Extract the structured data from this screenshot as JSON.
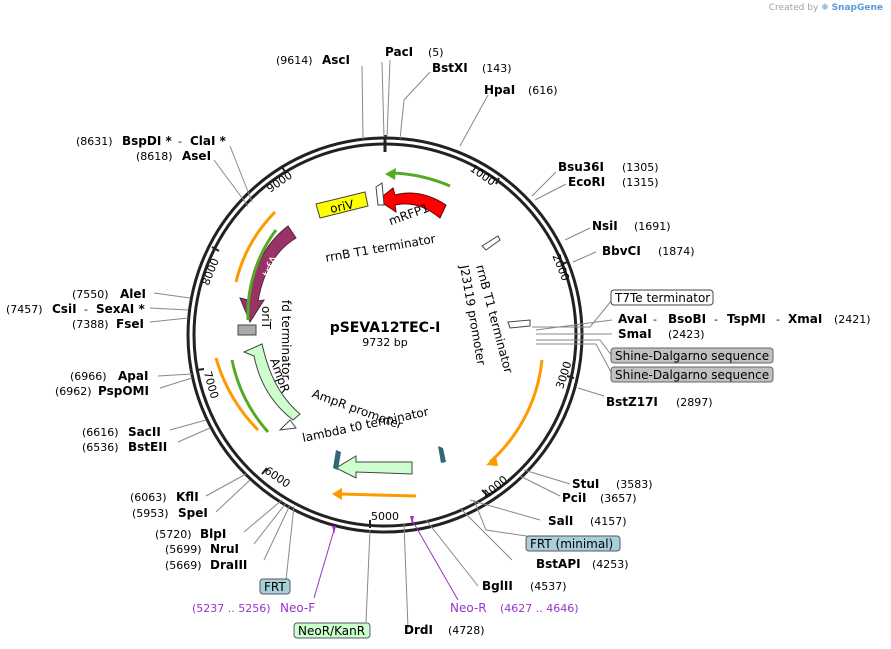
{
  "credit": {
    "prefix": "Created by",
    "brand": "SnapGene"
  },
  "plasmid": {
    "name": "pSEVA12TEC-I",
    "length": "9732 bp"
  },
  "ticks": [
    "1000",
    "2000",
    "3000",
    "4000",
    "5000",
    "6000",
    "7000",
    "8000",
    "9000"
  ],
  "sites": [
    {
      "name": "PacI",
      "pos": "(5)"
    },
    {
      "name": "BstXI",
      "pos": "(143)"
    },
    {
      "name": "HpaI",
      "pos": "(616)"
    },
    {
      "name": "Bsu36I",
      "pos": "(1305)"
    },
    {
      "name": "EcoRI",
      "pos": "(1315)"
    },
    {
      "name": "NsiI",
      "pos": "(1691)"
    },
    {
      "name": "BbvCI",
      "pos": "(1874)"
    },
    {
      "name": "AvaI",
      "pos": ""
    },
    {
      "name": "BsoBI",
      "pos": ""
    },
    {
      "name": "TspMI",
      "pos": ""
    },
    {
      "name": "XmaI",
      "pos": "(2421)"
    },
    {
      "name": "SmaI",
      "pos": "(2423)"
    },
    {
      "name": "BstZ17I",
      "pos": "(2897)"
    },
    {
      "name": "StuI",
      "pos": "(3583)"
    },
    {
      "name": "PciI",
      "pos": "(3657)"
    },
    {
      "name": "SalI",
      "pos": "(4157)"
    },
    {
      "name": "BstAPI",
      "pos": "(4253)"
    },
    {
      "name": "BglII",
      "pos": "(4537)"
    },
    {
      "name": "DrdI",
      "pos": "(4728)"
    },
    {
      "name": "DraIII",
      "pos": "(5669)"
    },
    {
      "name": "NruI",
      "pos": "(5699)"
    },
    {
      "name": "BlpI",
      "pos": "(5720)"
    },
    {
      "name": "SpeI",
      "pos": "(5953)"
    },
    {
      "name": "KflI",
      "pos": "(6063)"
    },
    {
      "name": "BstEII",
      "pos": "(6536)"
    },
    {
      "name": "SacII",
      "pos": "(6616)"
    },
    {
      "name": "PspOMI",
      "pos": "(6962)"
    },
    {
      "name": "ApaI",
      "pos": "(6966)"
    },
    {
      "name": "FseI",
      "pos": "(7388)"
    },
    {
      "name": "SexAI *",
      "pos": ""
    },
    {
      "name": "CsiI",
      "pos": "(7457)"
    },
    {
      "name": "AleI",
      "pos": "(7550)"
    },
    {
      "name": "AseI",
      "pos": "(8618)"
    },
    {
      "name": "BspDI *",
      "pos": "(8631)"
    },
    {
      "name": "ClaI *",
      "pos": ""
    },
    {
      "name": "AscI",
      "pos": "(9614)"
    }
  ],
  "features": {
    "oriV": "oriV",
    "mRFP1": "mRFP1",
    "rrnB_T1_top": "rrnB T1 terminator",
    "rrnB_T1_right": "rrnB T1 terminator",
    "J23119": "J23119 promoter",
    "trfA": "trfA",
    "fd": "fd terminator",
    "oriT": "oriT",
    "AmpR": "AmpR",
    "AmpR_promoter": "AmpR promoter",
    "lambda_t0": "lambda t0 terminator"
  },
  "boxes": {
    "T7Te": "T7Te terminator",
    "SD1": "Shine-Dalgarno sequence",
    "SD2": "Shine-Dalgarno sequence",
    "FRT_minimal": "FRT (minimal)",
    "FRT": "FRT",
    "NeoR": "NeoR/KanR"
  },
  "primers": {
    "NeoF": {
      "name": "Neo-F",
      "range": "(5237 .. 5256)"
    },
    "NeoR": {
      "name": "Neo-R",
      "range": "(4627 .. 4646)"
    }
  },
  "colors": {
    "backbone": "#222222",
    "mRFP1": "#ff0000",
    "oriV": "#ffff00",
    "trfA": "#993366",
    "AmpR": "#ccffcc",
    "orange": "#ff9900",
    "green": "#55aa22",
    "primer": "#9933cc",
    "teal": "#336677",
    "boxGray": "#c0c0c0",
    "boxBlue": "#a8ced8",
    "boxGreen": "#ccffcc"
  }
}
